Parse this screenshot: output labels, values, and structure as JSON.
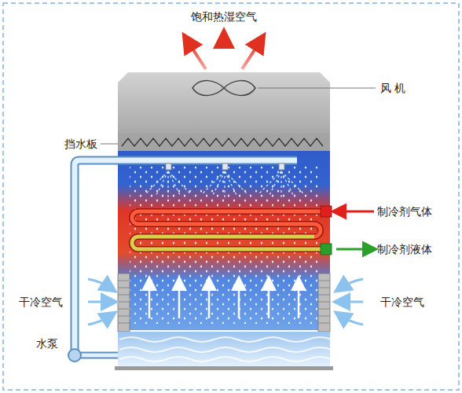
{
  "diagram": {
    "labels": [
      "饱和热湿空气",
      "风 机",
      "挡水板",
      "制冷剂气体",
      "制冷剂液体",
      "干冷空气",
      "干冷空气",
      "水泵"
    ]
  }
}
